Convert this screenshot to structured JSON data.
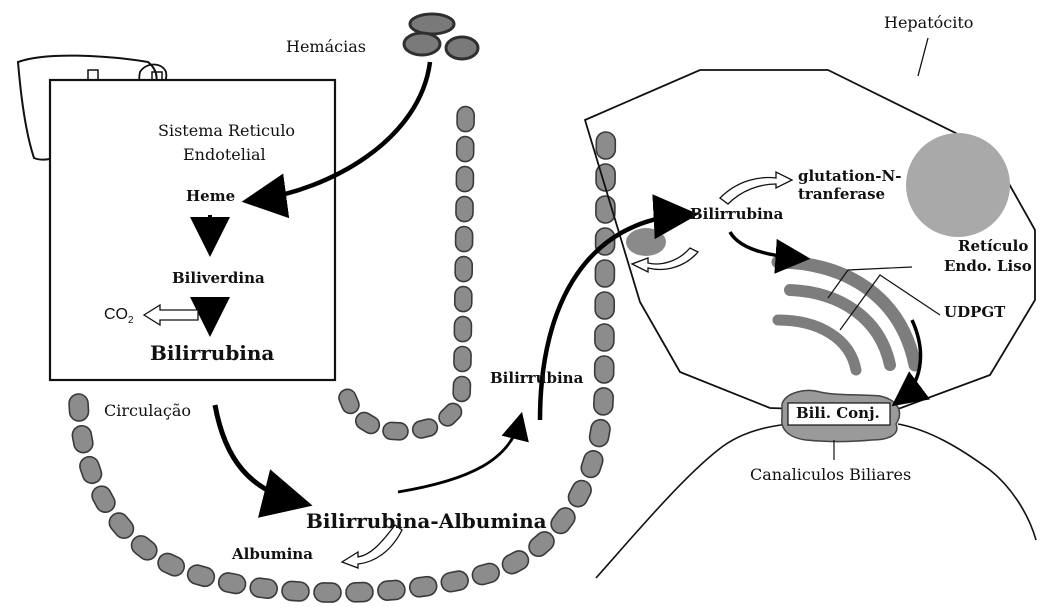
{
  "labels": {
    "hemacias": "Hemácias",
    "hepatocito": "Hepatócito",
    "sistema_line1": "Sistema Reticulo",
    "sistema_line2": "Endotelial",
    "heme": "Heme",
    "biliverdina": "Biliverdina",
    "co2_main": "CO",
    "co2_sub": "2",
    "bilirrubina_box": "Bilirrubina",
    "circulacao": "Circulação",
    "bilirrubina_albumina": "Bilirrubina-Albumina",
    "albumina": "Albumina",
    "bilirrubina_mid": "Bilirrubina",
    "bilirrubina_cell": "Bilirrubina",
    "glutation_line1": "glutation-N-",
    "glutation_line2": "tranferase",
    "reticulo_line1": "Retículo",
    "reticulo_line2": "Endo. Liso",
    "udpgt": "UDPGT",
    "bili_conj": "Bili. Conj.",
    "canaliculos": "Canaliculos Biliares"
  },
  "colors": {
    "capillary_fill": "#8c8c8c",
    "capillary_stroke": "#3a3a3a",
    "nucleus": "#a9a9a9",
    "reticulum": "#7d7d7d",
    "outline": "#111111"
  }
}
